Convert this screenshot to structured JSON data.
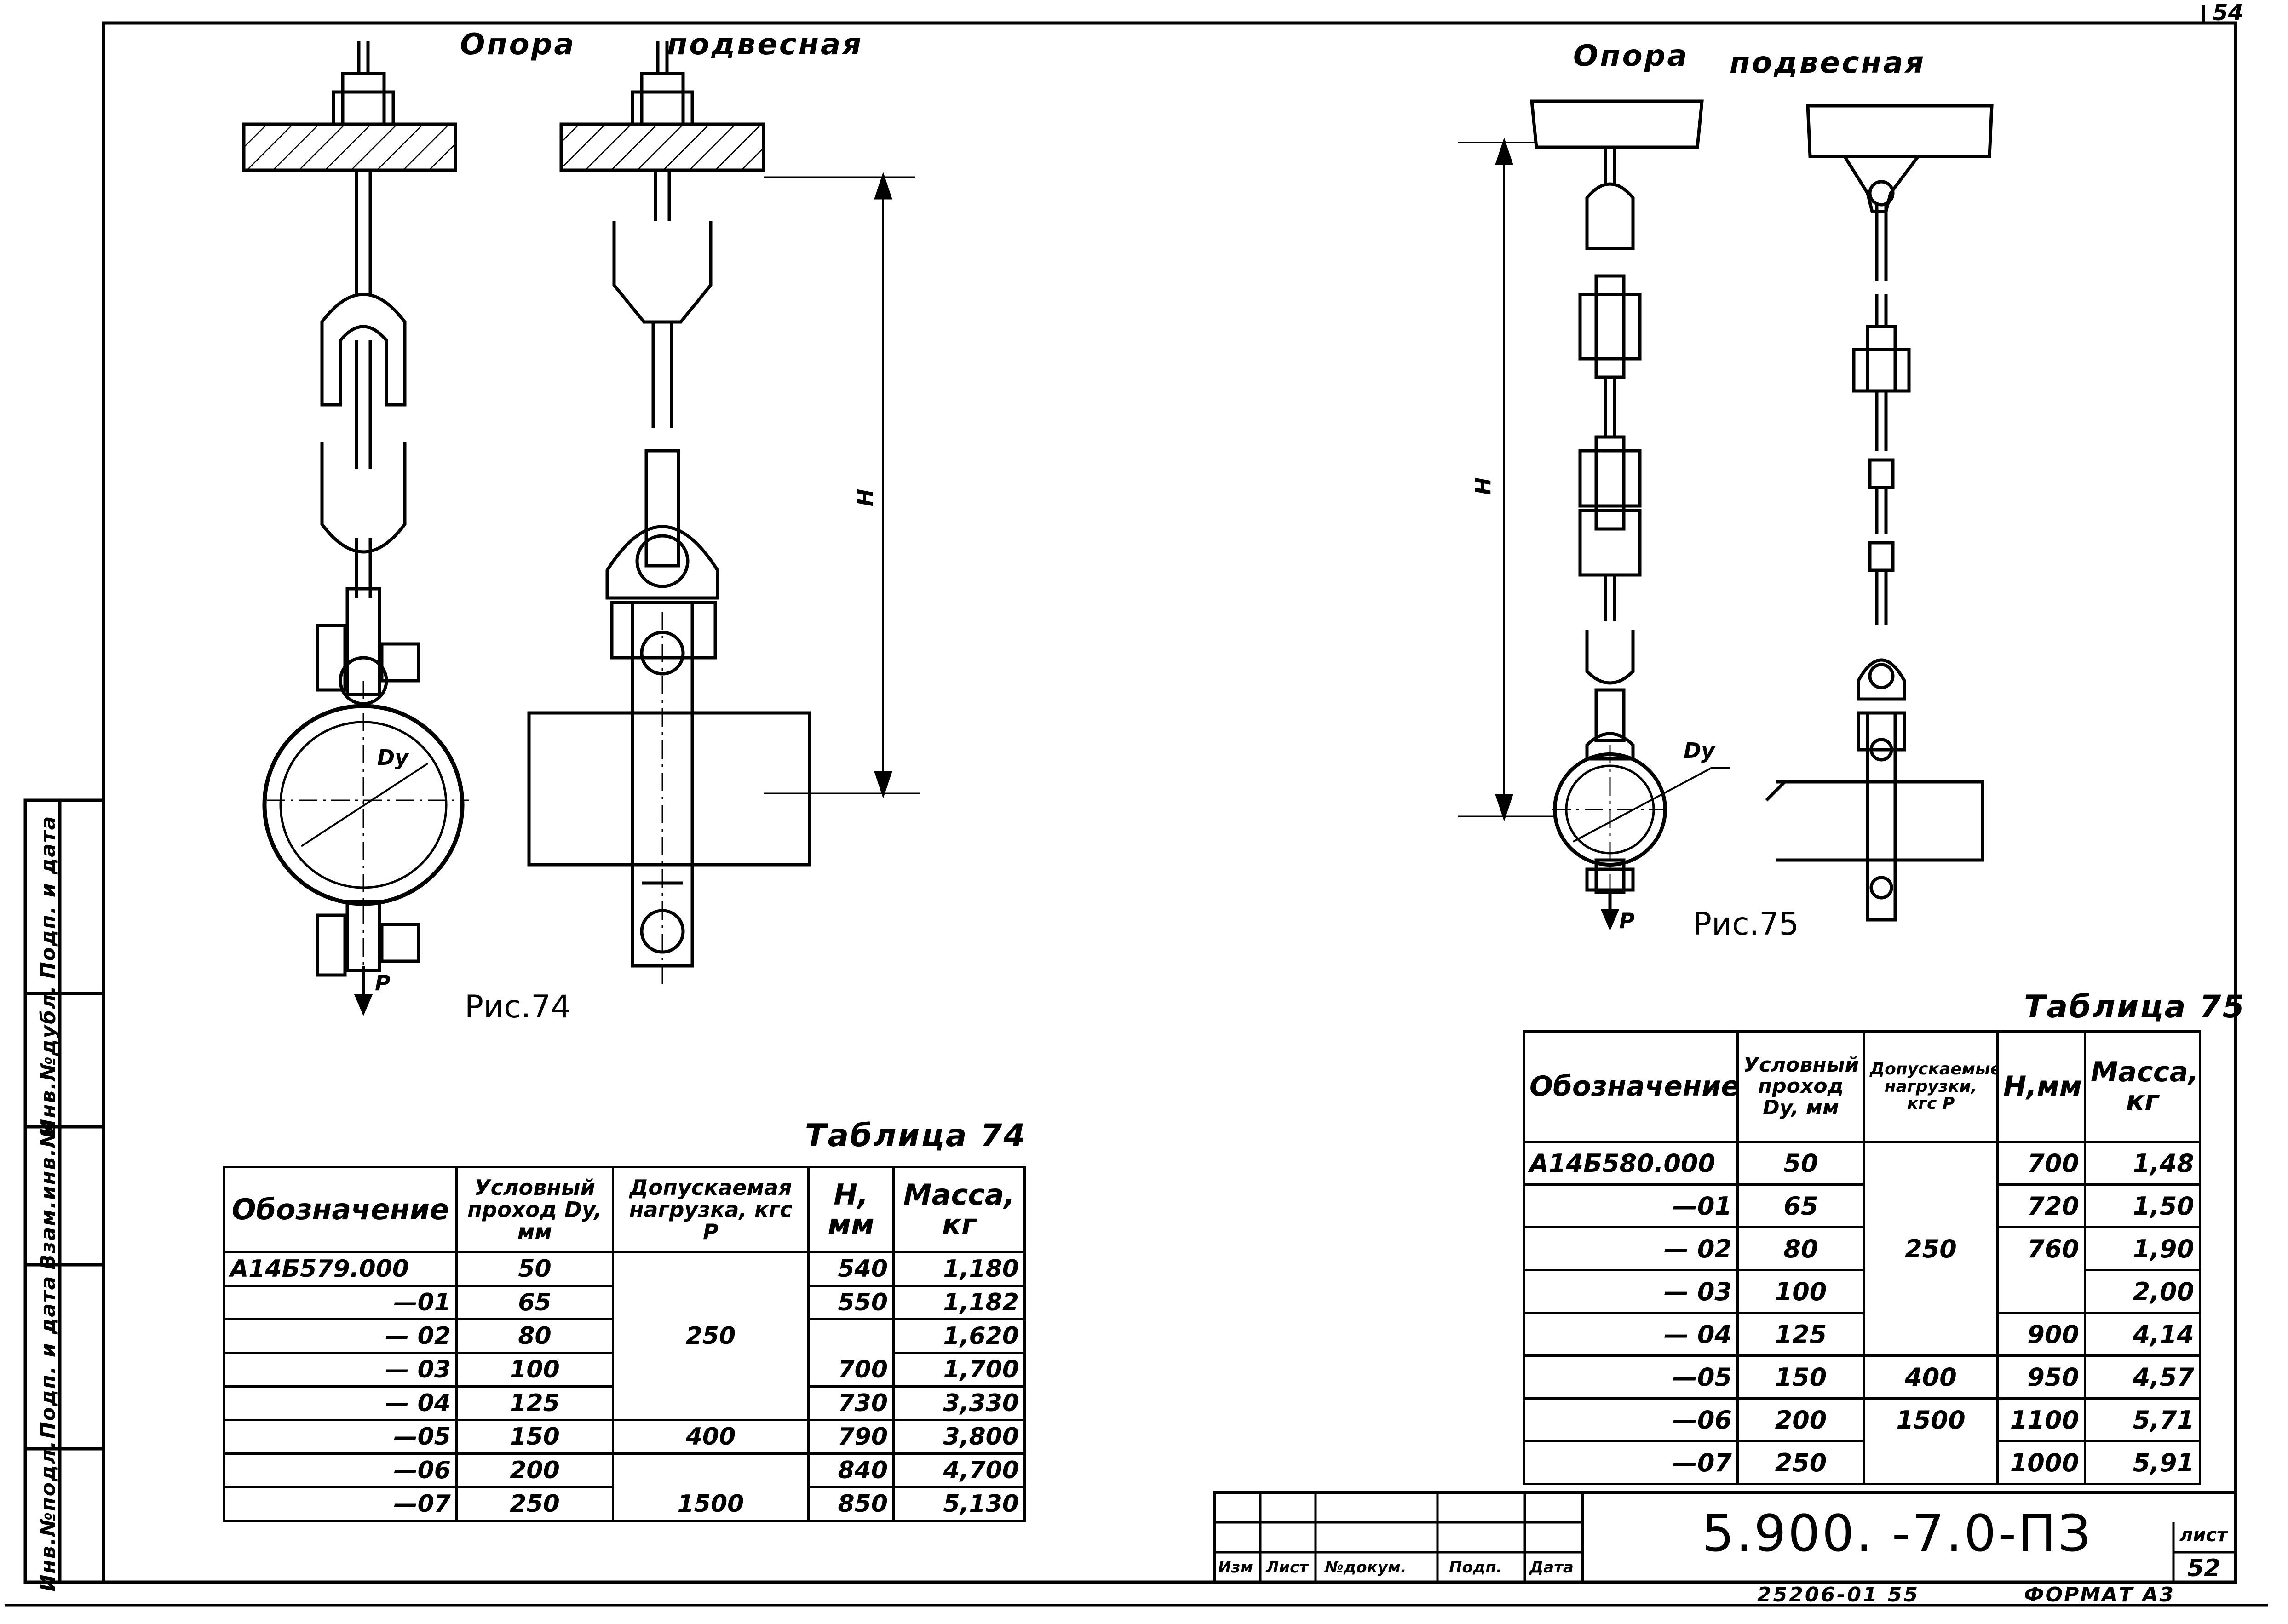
{
  "page": {
    "sheet_number": "54",
    "doc_number": "5.900. -7.0-ПЗ",
    "sheet_label": "лист",
    "sheet_value": "52",
    "footer_code": "25206-01  55",
    "format_label": "ФОРМАТ А3"
  },
  "fig74": {
    "title_left": "Опора",
    "title_right": "подвесная",
    "caption": "Рис.74",
    "label_h": "H",
    "label_dy": "Dy",
    "label_p": "P"
  },
  "fig75": {
    "title_left": "Опора",
    "title_right": "подвесная",
    "caption": "Рис.75",
    "label_h": "H",
    "label_dy": "Dy",
    "label_p": "P"
  },
  "table74": {
    "caption": "Таблица 74",
    "headers": [
      "Обозначение",
      "Условный проход Dy, мм",
      "Допускаемая нагрузка, кгс P",
      "H, мм",
      "Масса, кг"
    ],
    "rows": [
      {
        "des": "А14Б579.000",
        "dn": "50",
        "h": "540",
        "m": "1,180"
      },
      {
        "des": "—01",
        "dn": "65",
        "h": "550",
        "m": "1,182"
      },
      {
        "des": "— 02",
        "dn": "80",
        "m": "1,620"
      },
      {
        "des": "— 03",
        "dn": "100",
        "m": "1,700"
      },
      {
        "des": "— 04",
        "dn": "125",
        "h": "730",
        "m": "3,330"
      },
      {
        "des": "—05",
        "dn": "150",
        "h": "790",
        "m": "3,800"
      },
      {
        "des": "—06",
        "dn": "200",
        "h": "840",
        "m": "4,700"
      },
      {
        "des": "—07",
        "dn": "250",
        "h": "850",
        "m": "5,130"
      }
    ],
    "p_250": "250",
    "p_400": "400",
    "p_1500": "1500",
    "h_700": "700"
  },
  "table75": {
    "caption": "Таблица 75",
    "headers": [
      "Обозначение",
      "Условный проход Dy, мм",
      "Допускаемые нагрузки, кгс P",
      "H,мм",
      "Масса, кг"
    ],
    "rows": [
      {
        "des": "А14Б580.000",
        "dn": "50",
        "h": "700",
        "m": "1,48"
      },
      {
        "des": "—01",
        "dn": "65",
        "h": "720",
        "m": "1,50"
      },
      {
        "des": "— 02",
        "dn": "80",
        "m": "1,90"
      },
      {
        "des": "— 03",
        "dn": "100",
        "m": "2,00"
      },
      {
        "des": "— 04",
        "dn": "125",
        "h": "900",
        "m": "4,14"
      },
      {
        "des": "—05",
        "dn": "150",
        "h": "950",
        "m": "4,57"
      },
      {
        "des": "—06",
        "dn": "200",
        "h": "1100",
        "m": "5,71"
      },
      {
        "des": "—07",
        "dn": "250",
        "h": "1000",
        "m": "5,91"
      }
    ],
    "p_250": "250",
    "p_400": "400",
    "p_1500": "1500",
    "h_760": "760"
  },
  "stamp_column": [
    "Инв.№подл.",
    "Подп. и дата",
    "Взам.инв.№",
    "Инв.№дубл.",
    "Подп. и дата"
  ],
  "title_block": {
    "col_labels": [
      "Изм",
      "Лист",
      "№докум.",
      "Подп.",
      "Дата"
    ]
  }
}
